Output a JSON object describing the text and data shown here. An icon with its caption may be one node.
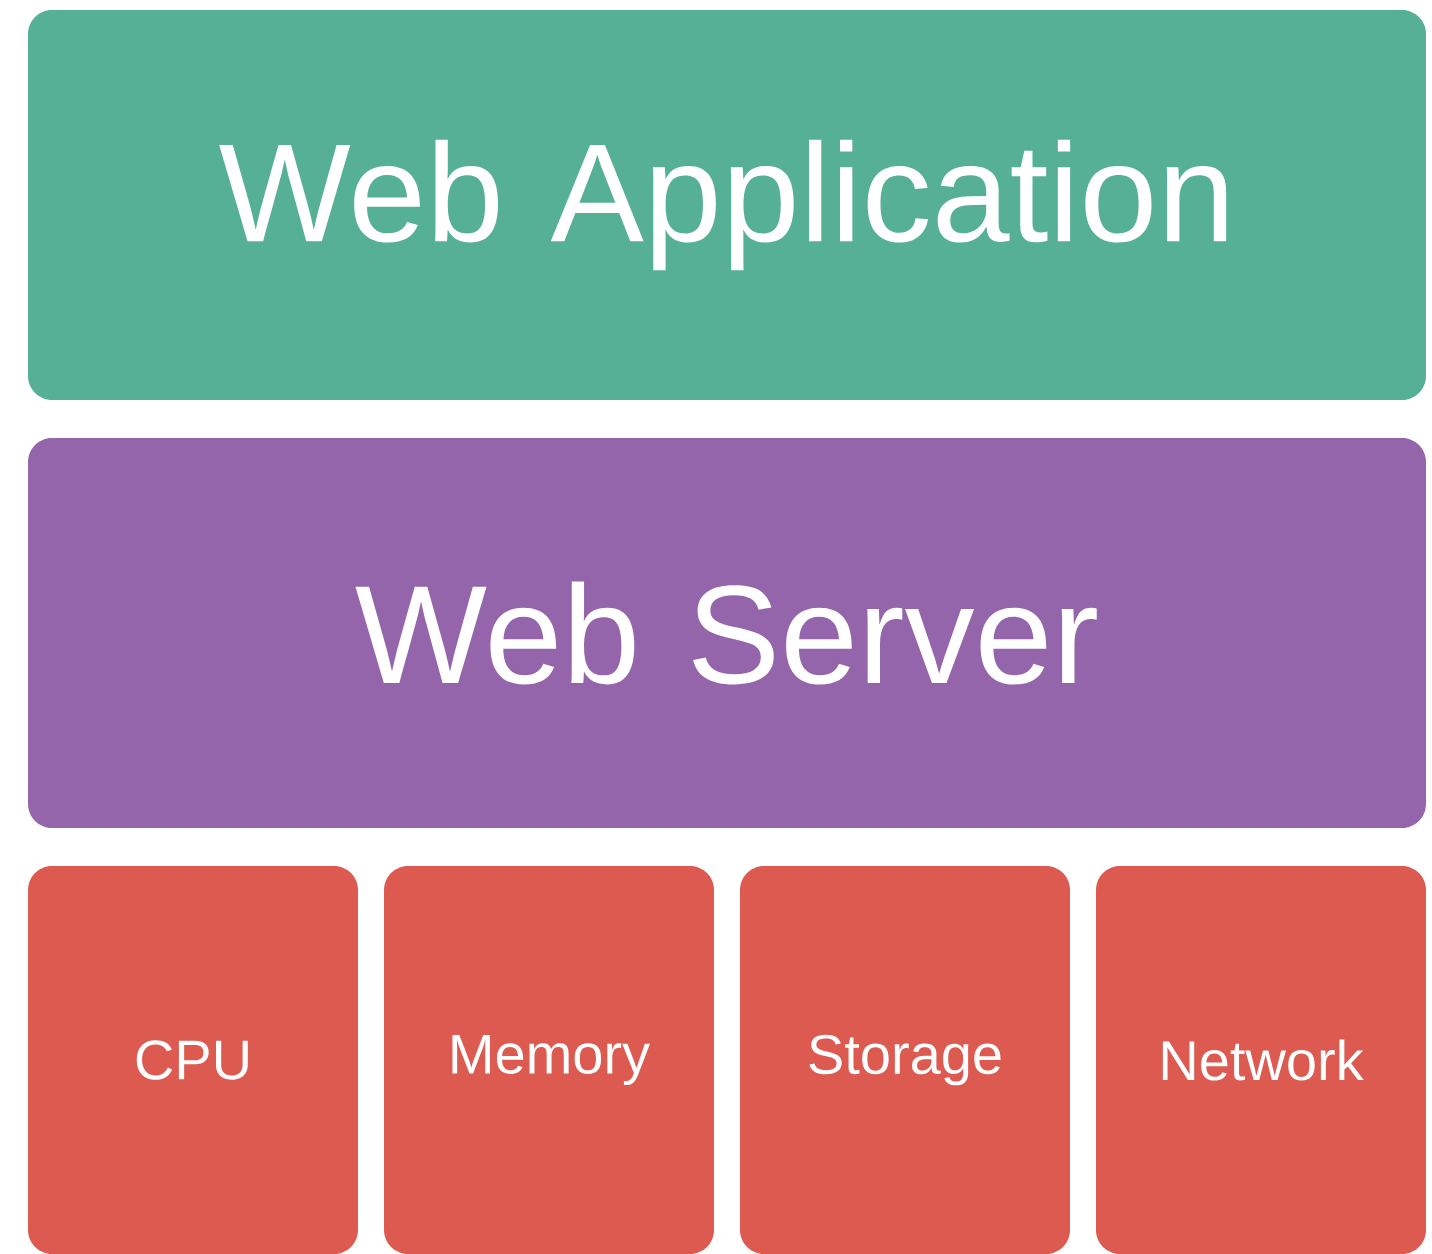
{
  "diagram": {
    "nodes": [
      {
        "text": [
          "Web Application"
        ]
      },
      {
        "text": [
          "Web Server"
        ]
      },
      {
        "text": [
          "CPU"
        ]
      },
      {
        "text": [
          "Memory"
        ]
      },
      {
        "text": [
          "Storage"
        ]
      },
      {
        "text": [
          "Network"
        ]
      }
    ]
  }
}
